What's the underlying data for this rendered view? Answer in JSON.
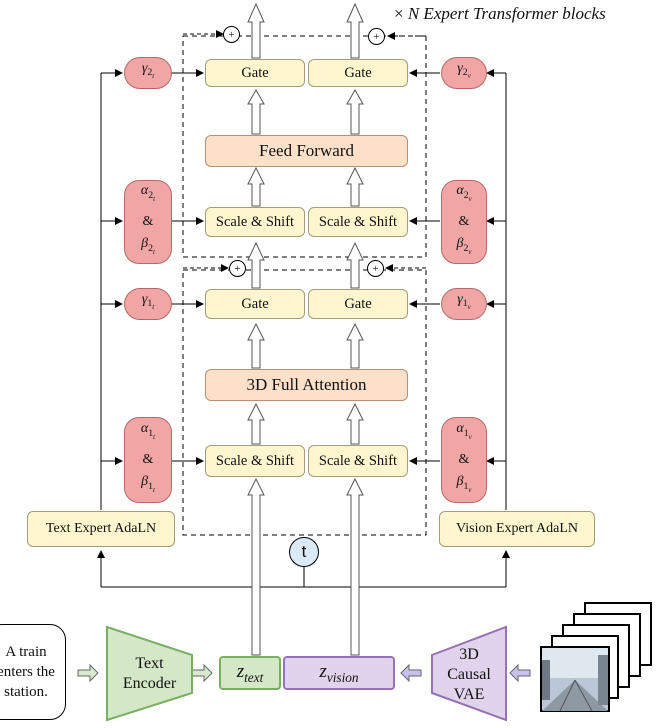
{
  "title": "N Expert Transformer blocks",
  "title_prefix": "×",
  "gate_label": "Gate",
  "scale_shift_label": "Scale & Shift",
  "feed_forward_label": "Feed Forward",
  "attention_label": "3D Full Attention",
  "text_adaln_label": "Text Expert AdaLN",
  "vision_adaln_label": "Vision Expert AdaLN",
  "timestep_label": "t",
  "prompt_lines": [
    "A train",
    "enters the",
    "station."
  ],
  "text_encoder_lines": [
    "Text",
    "Encoder"
  ],
  "vae_lines": [
    "3D",
    "Causal",
    "VAE"
  ],
  "z_text": {
    "main": "z",
    "sub": "text"
  },
  "z_vision": {
    "main": "z",
    "sub": "vision"
  },
  "ampersand": "&",
  "plus": "+",
  "params": {
    "gamma": "γ",
    "alpha": "α",
    "beta": "β",
    "text_suffix": "t",
    "vision_suffix": "v",
    "idx2": "2",
    "idx1": "1"
  },
  "colors": {
    "yellow": "#fdf6cf",
    "orange": "#fde0c9",
    "pink": "#f1a6a6",
    "green": "#d4e8c8",
    "purple": "#e1d3ec",
    "timestep": "#dce9f7"
  }
}
